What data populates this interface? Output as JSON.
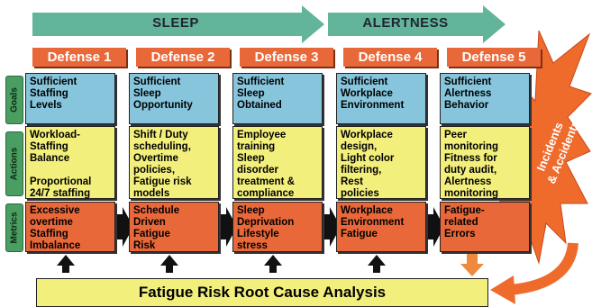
{
  "banners": {
    "sleep": "SLEEP",
    "alertness": "ALERTNESS"
  },
  "defenses": [
    "Defense 1",
    "Defense 2",
    "Defense 3",
    "Defense 4",
    "Defense 5"
  ],
  "row_labels": {
    "goals": "Goals",
    "actions": "Actions",
    "metrics": "Metrics"
  },
  "goals": [
    "Sufficient\nStaffing\nLevels",
    "Sufficient\nSleep\nOpportunity",
    "Sufficient\nSleep\nObtained",
    "Sufficient\nWorkplace\nEnvironment",
    "Sufficient\nAlertness\nBehavior"
  ],
  "actions": [
    "Workload-\nStaffing\nBalance\n\nProportional\n24/7 staffing",
    "Shift / Duty\nscheduling,\nOvertime\npolicies,\nFatigue risk\nmodels",
    "Employee\ntraining\nSleep\ndisorder\ntreatment &\ncompliance",
    "Workplace\ndesign,\nLight color\nfiltering,\nRest\npolicies",
    "Peer\nmonitoring\nFitness for\nduty audit,\nAlertness\nmonitoring"
  ],
  "metrics": [
    "Excessive\novertime\nStaffing\nImbalance",
    "Schedule\nDriven\nFatigue\nRisk",
    "Sleep\nDeprivation\nLifestyle\nstress",
    "Workplace\nEnvironment\nFatigue",
    "Fatigue-\nrelated\nErrors"
  ],
  "outcome": "Incidents\n& Accidents",
  "root_cause": "Fatigue Risk Root Cause Analysis",
  "colors": {
    "banner_arrow": "#62b49a",
    "defense": "#e9683a",
    "goal": "#86c5dc",
    "action": "#f2ef7c",
    "metric": "#e9683a",
    "row_tab": "#4a9e62",
    "burst": "#ef6b2c"
  }
}
